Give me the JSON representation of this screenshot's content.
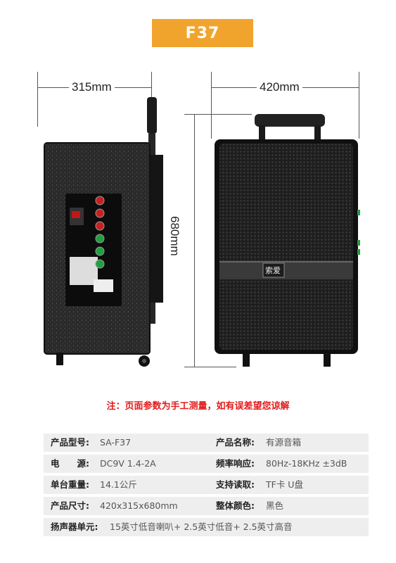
{
  "title": "F37",
  "dimensions": {
    "width": "315mm",
    "front_width": "420mm",
    "height": "680mm"
  },
  "brand_logo_text": "索爱",
  "note": "注：页面参数为手工测量，如有误差望您谅解",
  "specs": [
    {
      "l1": "产品型号:",
      "v1": "SA-F37",
      "l2": "产品名称:",
      "v2": "有源音箱"
    },
    {
      "l1": "电　　源:",
      "v1": "DC9V  1.4-2A",
      "l2": "频率响应:",
      "v2": "80Hz-18KHz  ±3dB"
    },
    {
      "l1": "单台重量:",
      "v1": "14.1公斤",
      "l2": "支持读取:",
      "v2": "TF卡  U盘"
    },
    {
      "l1": "产品尺寸:",
      "v1": "420x315x680mm",
      "l2": "整体颜色:",
      "v2": "黑色"
    }
  ],
  "speaker_spec": {
    "label": "扬声器单元:",
    "value": "15英寸低音喇叭+ 2.5英寸低音+ 2.5英寸高音"
  },
  "colors": {
    "accent": "#f1a42d",
    "note": "#e21b1b",
    "row_bg": "#eeeeee"
  }
}
